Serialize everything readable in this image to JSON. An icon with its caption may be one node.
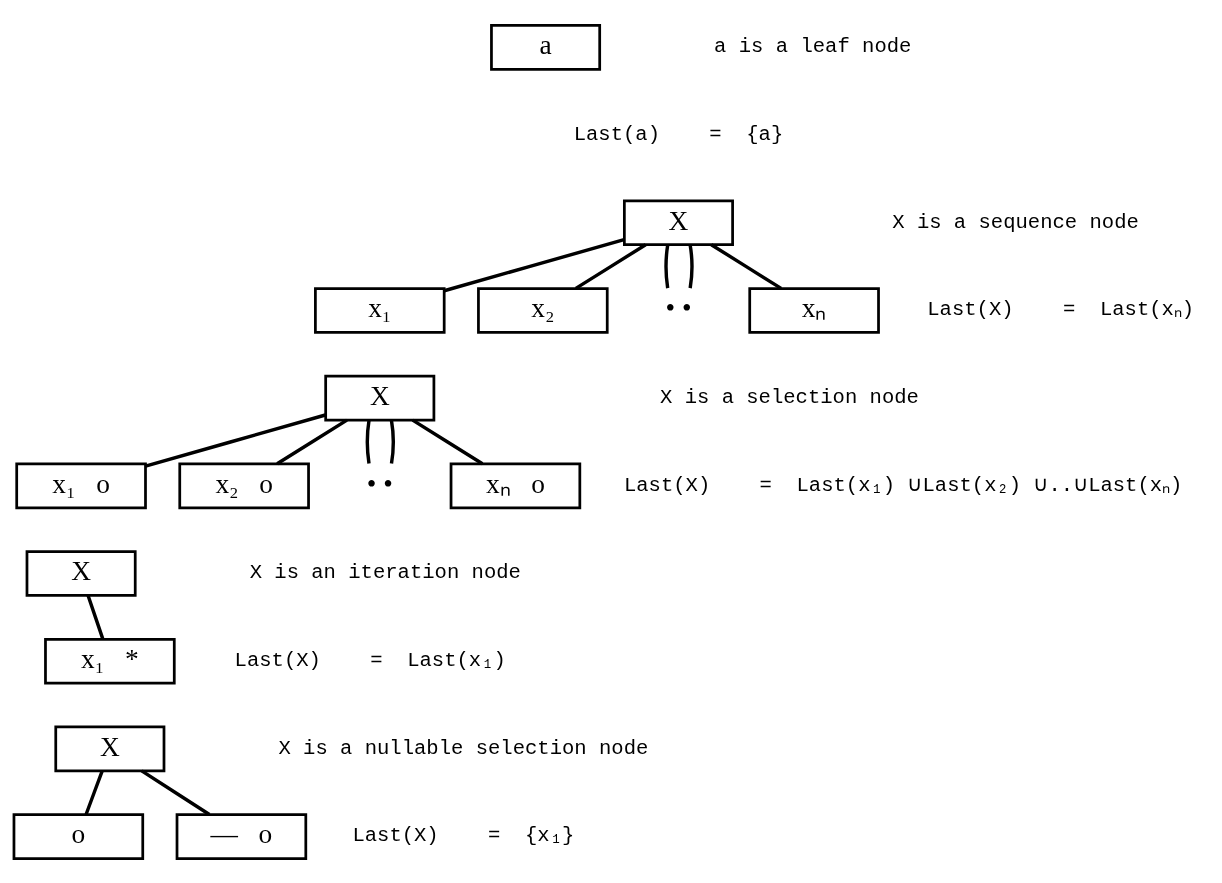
{
  "diagram": {
    "nodes": [
      {
        "text": [
          "a"
        ]
      },
      {
        "text": [
          "X"
        ]
      },
      {
        "text": [
          "x₁"
        ]
      },
      {
        "text": [
          "x₂"
        ]
      },
      {
        "text": [
          "• •"
        ]
      },
      {
        "text": [
          "xₙ"
        ]
      },
      {
        "text": [
          "X"
        ]
      },
      {
        "text": [
          "x₁",
          "o"
        ]
      },
      {
        "text": [
          "x₂",
          "o"
        ]
      },
      {
        "text": [
          "• •"
        ]
      },
      {
        "text": [
          "xₙ",
          "o"
        ]
      },
      {
        "text": [
          "X"
        ]
      },
      {
        "text": [
          "x₁",
          "*"
        ]
      },
      {
        "text": [
          "X"
        ]
      },
      {
        "text": [
          "o"
        ]
      },
      {
        "text": [
          "—",
          "o"
        ]
      }
    ],
    "edges": [
      {
        "from": 1,
        "to": 2,
        "arrow": "none"
      },
      {
        "from": 1,
        "to": 3,
        "arrow": "none"
      },
      {
        "from": 1,
        "to": 4,
        "arrow": "none"
      },
      {
        "from": 1,
        "to": 4,
        "arrow": "none"
      },
      {
        "from": 1,
        "to": 5,
        "arrow": "none"
      },
      {
        "from": 6,
        "to": 7,
        "arrow": "none"
      },
      {
        "from": 6,
        "to": 8,
        "arrow": "none"
      },
      {
        "from": 6,
        "to": 9,
        "arrow": "none"
      },
      {
        "from": 6,
        "to": 9,
        "arrow": "none"
      },
      {
        "from": 6,
        "to": 10,
        "arrow": "none"
      },
      {
        "from": 11,
        "to": 12,
        "arrow": "none"
      },
      {
        "from": 13,
        "to": 14,
        "arrow": "none"
      },
      {
        "from": 13,
        "to": 15,
        "arrow": "none"
      }
    ],
    "labels": [
      "a is a leaf node",
      "Last(a)    =  {a}",
      "X is a sequence node",
      "Last(X)    =  Last(xₙ)",
      "X is a selection node",
      "Last(X)    =  Last(x₁) ∪Last(x₂) ∪..∪Last(xₙ)",
      "X is an iteration node",
      "Last(X)    =  Last(x₁)",
      "X is a nullable selection node",
      "Last(X)    =  {x₁}"
    ]
  }
}
